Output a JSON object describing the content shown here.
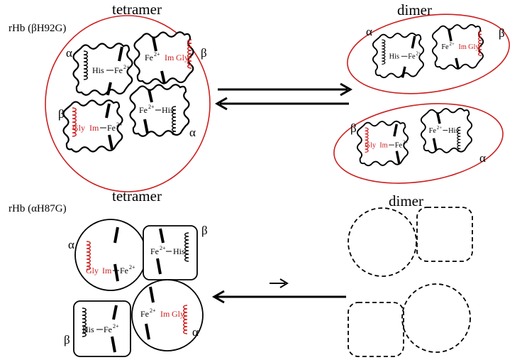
{
  "top": {
    "variant_label": "rHb (βH92G)",
    "left_title": "tetramer",
    "right_title": "dimer",
    "subunits": {
      "tl": {
        "greek": "α",
        "left": "His",
        "right": "Fe",
        "charge": "2+"
      },
      "tr": {
        "greek": "β",
        "left": "Fe",
        "charge": "2+",
        "im": "Im",
        "gly": "Gly"
      },
      "bl": {
        "greek": "β",
        "gly": "Gly",
        "im": "Im",
        "right": "Fe",
        "charge": "2+"
      },
      "br": {
        "greek": "α",
        "left": "Fe",
        "charge": "2+",
        "right": "His"
      }
    }
  },
  "bottom": {
    "variant_label": "rHb (αH87G)",
    "left_title": "tetramer",
    "right_title": "dimer",
    "subunits": {
      "tl": {
        "greek": "α",
        "gly": "Gly",
        "im": "Im",
        "right": "Fe",
        "charge": "2+"
      },
      "tr": {
        "greek": "β",
        "left": "Fe",
        "charge": "2+",
        "right": "His"
      },
      "bl": {
        "greek": "β",
        "left": "His",
        "right": "Fe",
        "charge": "2+"
      },
      "br": {
        "greek": "α",
        "left": "Fe",
        "charge": "2+",
        "im": "Im",
        "gly": "Gly"
      }
    }
  },
  "colors": {
    "accent_red": "#cc1f1f",
    "ink": "#000000"
  }
}
